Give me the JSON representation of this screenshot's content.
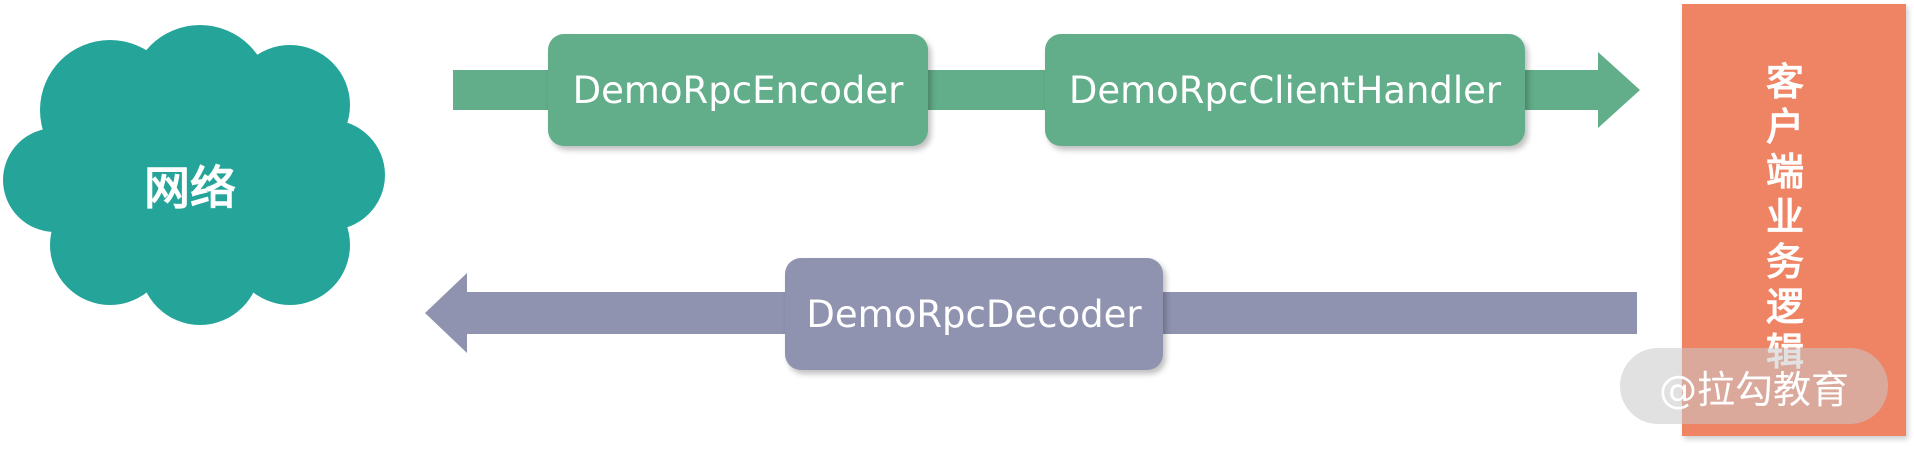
{
  "network": {
    "label": "网络",
    "color": "#25a59a"
  },
  "encoder": {
    "label": "DemoRpcEncoder",
    "color": "#62ad8a"
  },
  "client_handler": {
    "label": "DemoRpcClientHandler",
    "color": "#62ad8a"
  },
  "decoder": {
    "label": "DemoRpcDecoder",
    "color": "#8f93b0"
  },
  "client_logic": {
    "label": "客户端业务逻辑",
    "color": "#ef8465"
  },
  "arrows": {
    "outbound_color": "#62ad8a",
    "inbound_color": "#8f93b0"
  },
  "watermark": {
    "label": "@拉勾教育"
  }
}
